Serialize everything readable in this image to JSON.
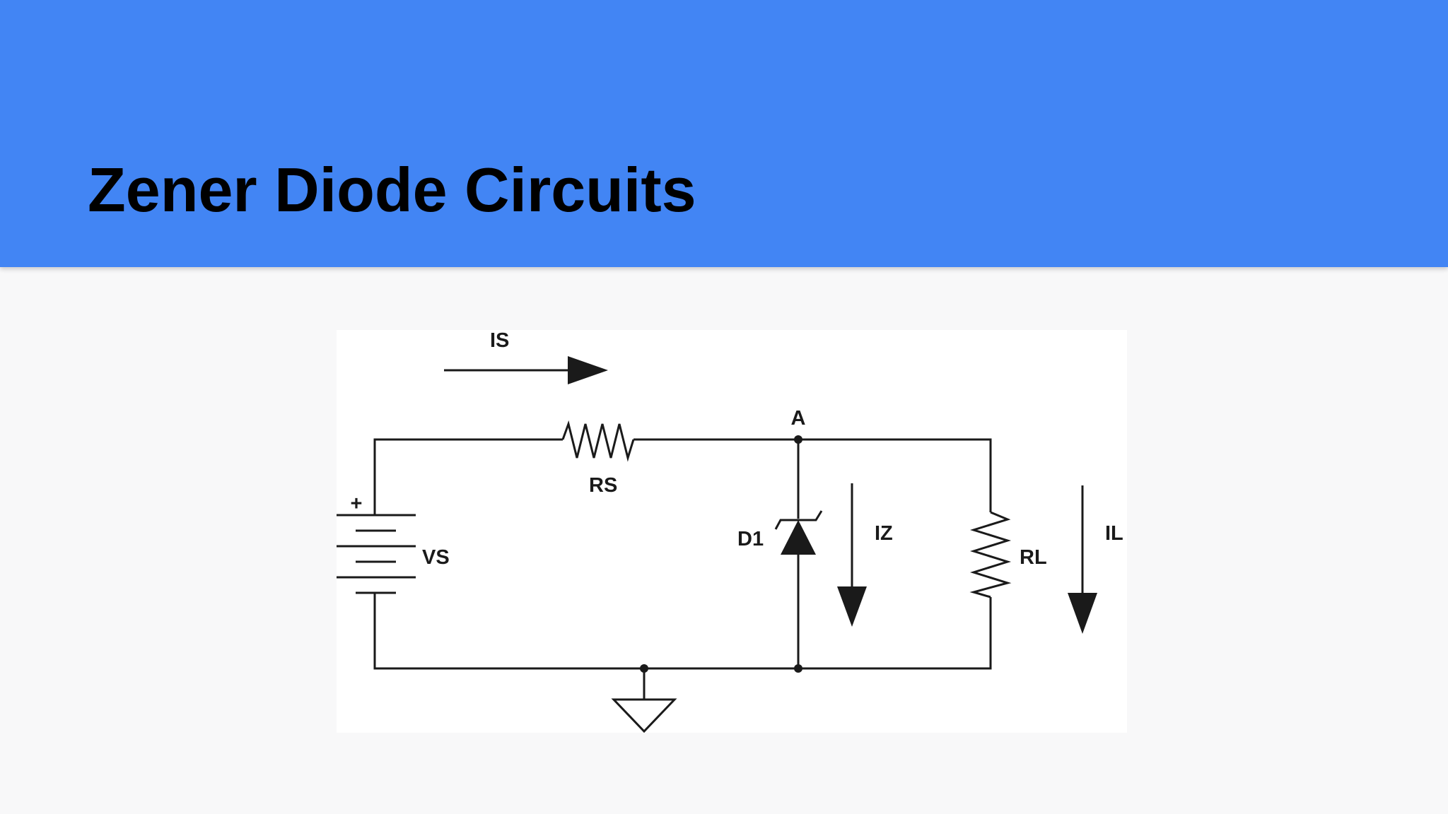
{
  "slide": {
    "title": "Zener Diode Circuits"
  },
  "colors": {
    "header": "#4285f4",
    "background": "#f8f8f9",
    "diagram_background": "#ffffff",
    "ink": "#1a1a1a"
  },
  "diagram": {
    "labels": {
      "source_current": "IS",
      "node": "A",
      "series_resistor": "RS",
      "battery_plus": "+",
      "source_voltage": "VS",
      "zener_diode": "D1",
      "zener_current": "IZ",
      "load_resistor": "RL",
      "load_current": "IL"
    },
    "icons": [
      "battery-icon",
      "resistor-icon",
      "zener-diode-icon",
      "ground-icon",
      "arrow-icon"
    ]
  }
}
